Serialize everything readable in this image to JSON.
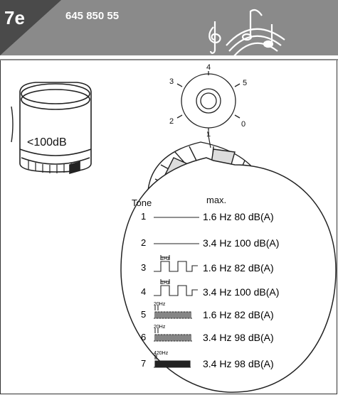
{
  "header": {
    "section_code": "7e",
    "part_number": "645 850 55",
    "music_icon": "music-notes-icon"
  },
  "beacon": {
    "label": "<100dB"
  },
  "dial": {
    "positions": [
      "0",
      "1",
      "2",
      "3",
      "4",
      "5"
    ]
  },
  "tone_table": {
    "col_tone": "Tone",
    "col_max": "max.",
    "rows": [
      {
        "num": "1",
        "signal": "steady",
        "label": "",
        "desc": "1.6 Hz  80 dB(A)"
      },
      {
        "num": "2",
        "signal": "steady",
        "label": "",
        "desc": "3.4 Hz 100 dB(A)"
      },
      {
        "num": "3",
        "signal": "pulse-1hz",
        "label": "1Hz",
        "desc": "1.6 Hz 82 dB(A)"
      },
      {
        "num": "4",
        "signal": "pulse-1hz",
        "label": "1Hz",
        "desc": "3.4 Hz 100 dB(A)"
      },
      {
        "num": "5",
        "signal": "pulse-20hz",
        "label": "20Hz",
        "desc": "1.6 Hz 82 dB(A)"
      },
      {
        "num": "6",
        "signal": "pulse-20hz",
        "label": "20Hz",
        "desc": "3.4 Hz 98 dB(A)"
      },
      {
        "num": "7",
        "signal": "pulse-420hz",
        "label": "420Hz",
        "desc": "3.4 Hz 98 dB(A)"
      }
    ]
  }
}
